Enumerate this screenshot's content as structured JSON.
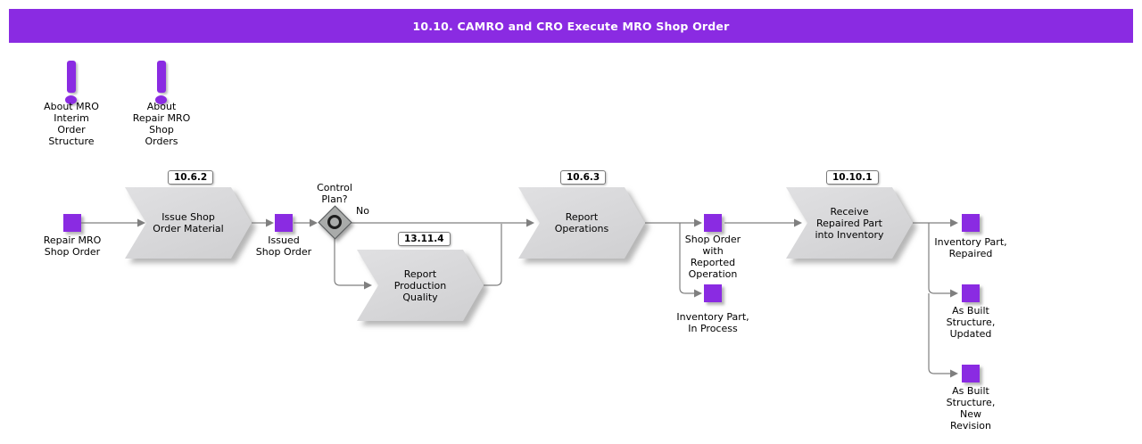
{
  "title": "10.10. CAMRO and CRO Execute MRO Shop Order",
  "colors": {
    "accent": "#8a2be2",
    "shape_gray": "#d7d7d9",
    "line_gray": "#7f7f7f"
  },
  "notes": [
    {
      "label": "About MRO\nInterim\nOrder\nStructure"
    },
    {
      "label": "About\nRepair MRO\nShop\nOrders"
    }
  ],
  "processes": [
    {
      "id": "10.6.2",
      "label": "Issue Shop\nOrder Material"
    },
    {
      "id": "13.11.4",
      "label": "Report\nProduction\nQuality"
    },
    {
      "id": "10.6.3",
      "label": "Report\nOperations"
    },
    {
      "id": "10.10.1",
      "label": "Receive\nRepaired Part\ninto Inventory"
    }
  ],
  "decision": {
    "label": "Control\nPlan?",
    "no_label": "No"
  },
  "artifacts": [
    {
      "label": "Repair MRO\nShop Order"
    },
    {
      "label": "Issued\nShop Order"
    },
    {
      "label": "Shop Order\nwith\nReported\nOperation"
    },
    {
      "label": "Inventory Part,\nIn Process"
    },
    {
      "label": "Inventory Part,\nRepaired"
    },
    {
      "label": "As Built\nStructure,\nUpdated"
    },
    {
      "label": "As Built\nStructure,\nNew\nRevision"
    }
  ]
}
